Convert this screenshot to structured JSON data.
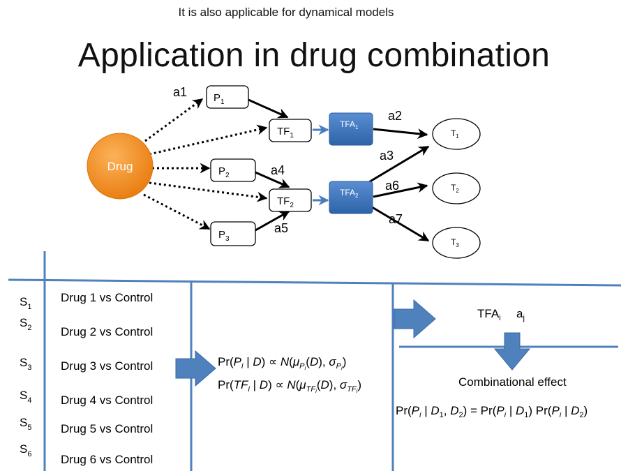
{
  "slide": {
    "note": "It is also applicable for dynamical models",
    "title": "Application in drug combination"
  },
  "network": {
    "drug": "Drug",
    "proteins": [
      {
        "base": "P",
        "sub": "1"
      },
      {
        "base": "P",
        "sub": "2"
      },
      {
        "base": "P",
        "sub": "3"
      }
    ],
    "tfs": [
      {
        "base": "TF",
        "sub": "1"
      },
      {
        "base": "TF",
        "sub": "2"
      }
    ],
    "tfas": [
      {
        "base": "TFA",
        "sub": "1"
      },
      {
        "base": "TFA",
        "sub": "2"
      }
    ],
    "targets": [
      {
        "base": "T",
        "sub": "1"
      },
      {
        "base": "T",
        "sub": "2"
      },
      {
        "base": "T",
        "sub": "3"
      }
    ],
    "edge_labels": {
      "a1": "a1",
      "a2": "a2",
      "a3": "a3",
      "a4": "a4",
      "a5": "a5",
      "a6": "a6",
      "a7": "a7"
    }
  },
  "table": {
    "samples": [
      {
        "base": "S",
        "sub": "1",
        "label": "Drug 1 vs Control"
      },
      {
        "base": "S",
        "sub": "2",
        "label": "Drug 2 vs Control"
      },
      {
        "base": "S",
        "sub": "3",
        "label": "Drug 3 vs Control"
      },
      {
        "base": "S",
        "sub": "4",
        "label": "Drug 4 vs Control"
      },
      {
        "base": "S",
        "sub": "5",
        "label": "Drug 5 vs Control"
      },
      {
        "base": "S",
        "sub": "6",
        "label": "Drug 6 vs Control"
      }
    ]
  },
  "formulas": {
    "prior_p": "Pr(P_i | D) ∝ N(μ_{P_i}(D), σ_{P_i})",
    "prior_tf": "Pr(TF_i | D) ∝ N(μ_{TF_i}(D), σ_{TF_i})",
    "combination": "Pr(P_i | D_1, D_2) = Pr(P_i | D_1) Pr(P_i | D_2)"
  },
  "results": {
    "tfa": {
      "base": "TFA",
      "sub": "i"
    },
    "a": {
      "base": "a",
      "sub": "j"
    },
    "combinational_effect": "Combinational effect"
  },
  "colors": {
    "drug_fill": "#f08a1c",
    "tfa_fill": "#3f74bb",
    "arrow_blue": "#4a7dc0",
    "rule_blue": "#4f81bd"
  }
}
